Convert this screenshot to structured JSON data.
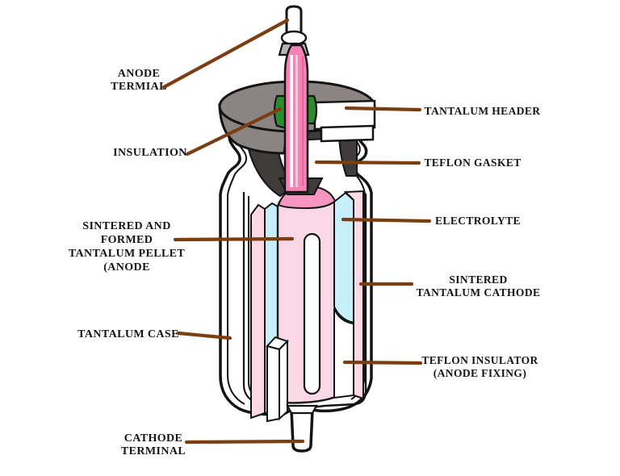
{
  "figure": {
    "subject": "tantalum capacitor cross-section diagram"
  },
  "labels": {
    "anode_terminal": {
      "lines": [
        "ANODE",
        "TERMIAL"
      ]
    },
    "insulation": {
      "lines": [
        "INSULATION"
      ]
    },
    "pellet": {
      "lines": [
        "SINTERED AND",
        "FORMED",
        "TANTALUM PELLET",
        "(ANODE"
      ]
    },
    "case": {
      "lines": [
        "TANTALUM CASE"
      ]
    },
    "cathode_terminal": {
      "lines": [
        "CATHODE",
        "TERMINAL"
      ]
    },
    "header": {
      "lines": [
        "TANTALUM HEADER"
      ]
    },
    "gasket": {
      "lines": [
        "TEFLON GASKET"
      ]
    },
    "electrolyte": {
      "lines": [
        "ELECTROLYTE"
      ]
    },
    "cathode": {
      "lines": [
        "SINTERED",
        "TANTALUM CATHODE"
      ]
    },
    "teflon_insulator": {
      "lines": [
        "TEFLON INSULATOR",
        "(ANODE FIXING)"
      ]
    }
  },
  "colors": {
    "background": "#ffffff",
    "outline": "#141414",
    "leader": "#7b3e10",
    "case_white": "#ffffff",
    "header_gray": "#8a8482",
    "shadow_gray": "#3f3b3a",
    "terminal_gray": "#b9b5b2",
    "insulation_green": "#2b8c2e",
    "anode_rod_pink": "#f783b5",
    "rod_stripe_pink": "#fbc4da",
    "dome_pink": "#f795c1",
    "pellet_pink": "#fbd8e6",
    "electrolyte_cyan": "#c7effa"
  }
}
